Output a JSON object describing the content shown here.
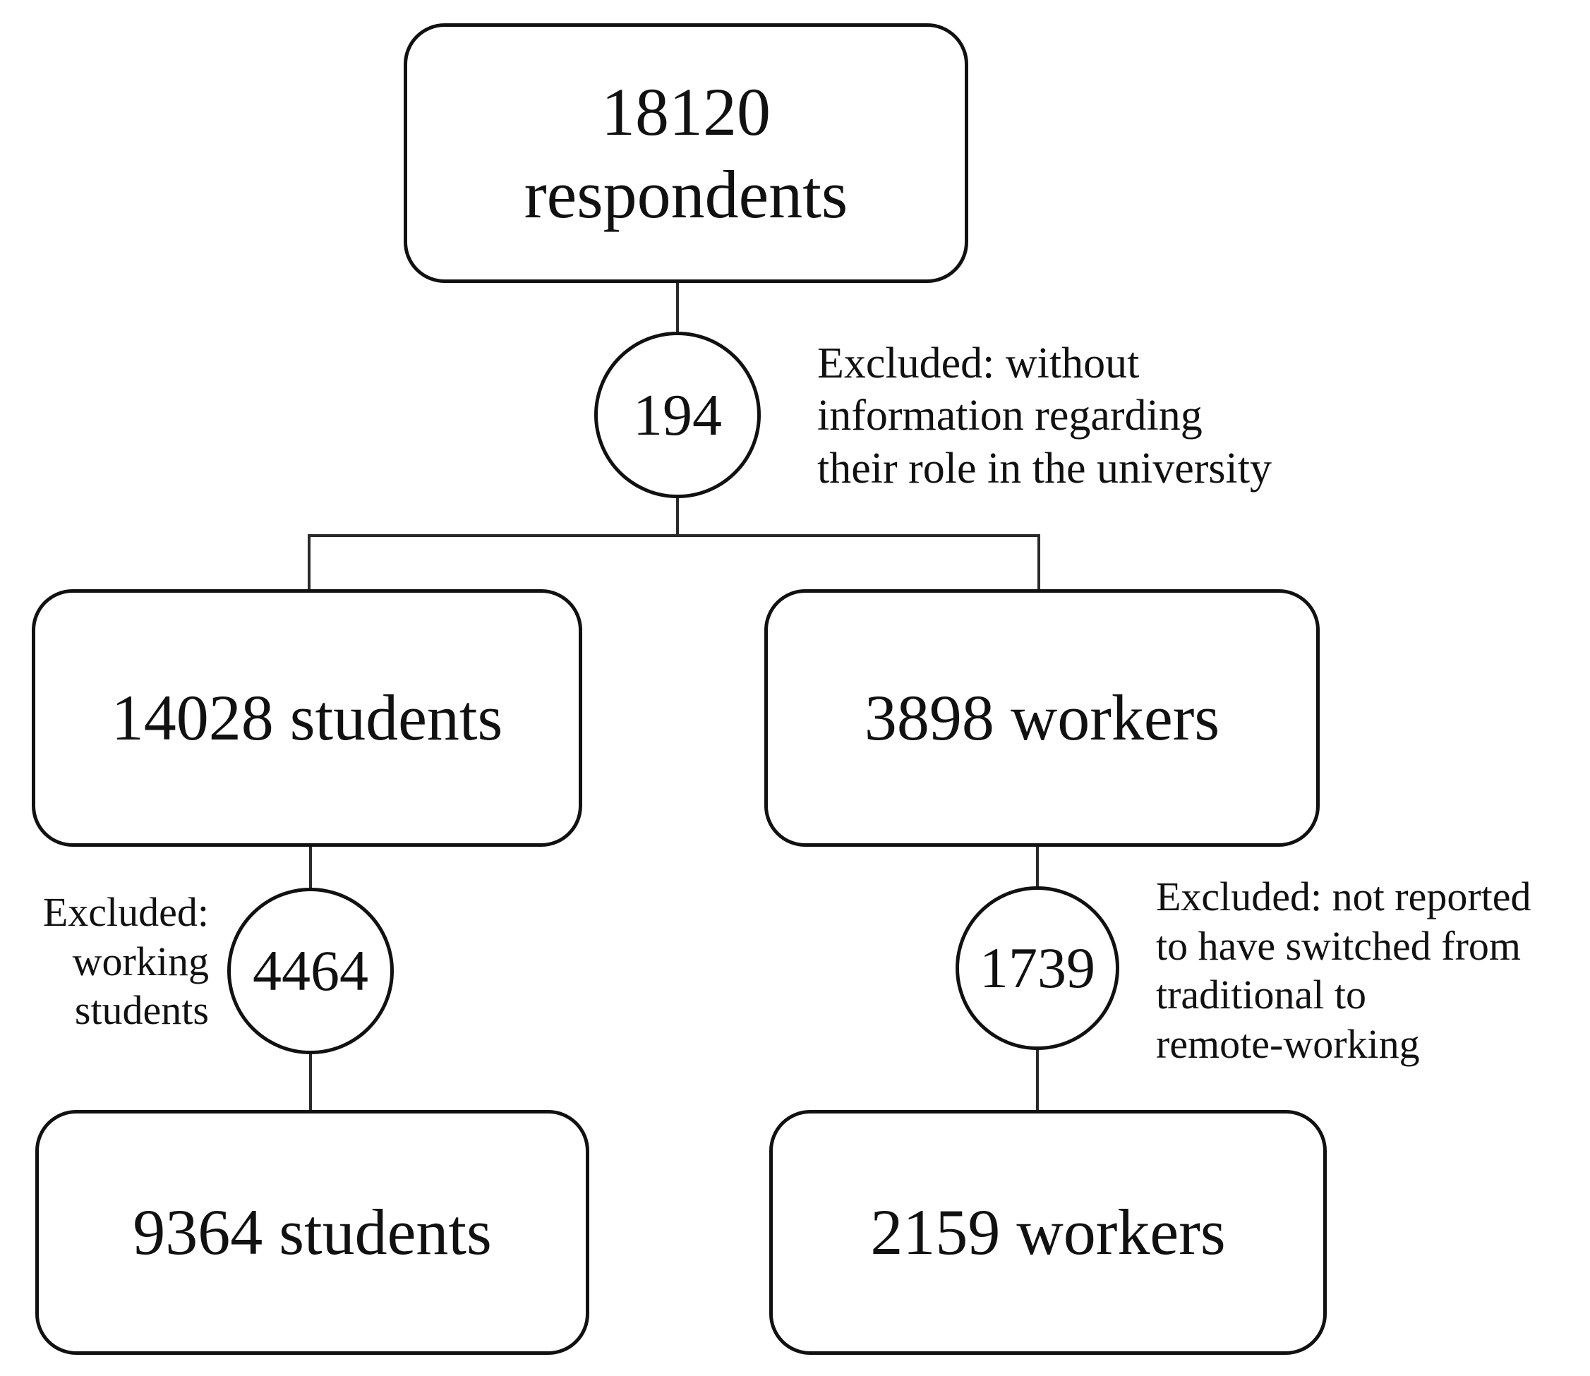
{
  "chart_data": {
    "type": "diagram",
    "diagram_kind": "participant-flow-flowchart",
    "title": "",
    "nodes": [
      {
        "id": "respondents",
        "shape": "rounded-rect",
        "value": 18120,
        "label": "18120\nrespondents"
      },
      {
        "id": "excluded-role",
        "shape": "circle",
        "value": 194,
        "label": "194"
      },
      {
        "id": "students-all",
        "shape": "rounded-rect",
        "value": 14028,
        "label": "14028 students"
      },
      {
        "id": "workers-all",
        "shape": "rounded-rect",
        "value": 3898,
        "label": "3898 workers"
      },
      {
        "id": "excluded-working-students",
        "shape": "circle",
        "value": 4464,
        "label": "4464"
      },
      {
        "id": "excluded-not-remote",
        "shape": "circle",
        "value": 1739,
        "label": "1739"
      },
      {
        "id": "students-final",
        "shape": "rounded-rect",
        "value": 9364,
        "label": "9364 students"
      },
      {
        "id": "workers-final",
        "shape": "rounded-rect",
        "value": 2159,
        "label": "2159 workers"
      }
    ],
    "annotations": [
      {
        "for": "excluded-role",
        "text": "Excluded:  without information regarding their role in the university"
      },
      {
        "for": "excluded-working-students",
        "text": "Excluded: working students"
      },
      {
        "for": "excluded-not-remote",
        "text": "Excluded:  not reported to have switched from traditional to remote-working"
      }
    ],
    "edges": [
      {
        "from": "respondents",
        "to": "excluded-role"
      },
      {
        "from": "excluded-role",
        "to": "students-all"
      },
      {
        "from": "excluded-role",
        "to": "workers-all"
      },
      {
        "from": "students-all",
        "to": "excluded-working-students"
      },
      {
        "from": "excluded-working-students",
        "to": "students-final"
      },
      {
        "from": "workers-all",
        "to": "excluded-not-remote"
      },
      {
        "from": "excluded-not-remote",
        "to": "workers-final"
      }
    ],
    "colors": {
      "stroke": "#111111",
      "fill": "#ffffff",
      "text": "#111111"
    }
  },
  "flow": {
    "top": {
      "box_label": "18120\nrespondents"
    },
    "exclusion_1": {
      "circle_label": "194",
      "note": "Excluded:  without\ninformation regarding\ntheir role in the university"
    },
    "branch_left": {
      "box_label": "14028 students"
    },
    "branch_right": {
      "box_label": "3898 workers"
    },
    "exclusion_left": {
      "circle_label": "4464",
      "note": "Excluded:\nworking\nstudents"
    },
    "exclusion_right": {
      "circle_label": "1739",
      "note": "Excluded:  not reported\nto have switched from\ntraditional to\nremote-working"
    },
    "final_left": {
      "box_label": "9364 students"
    },
    "final_right": {
      "box_label": "2159 workers"
    }
  }
}
